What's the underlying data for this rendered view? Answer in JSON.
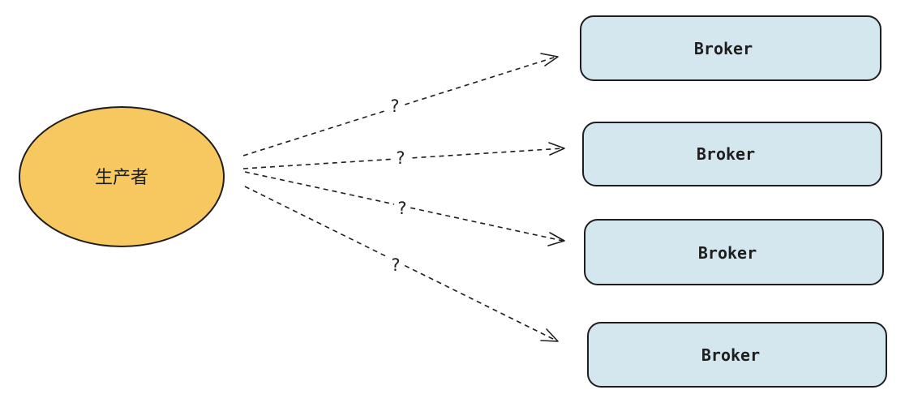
{
  "producer": {
    "label": "生产者",
    "fill": "#f7c85f"
  },
  "brokers": [
    {
      "label": "Broker"
    },
    {
      "label": "Broker"
    },
    {
      "label": "Broker"
    },
    {
      "label": "Broker"
    }
  ],
  "edges": [
    {
      "label": "?"
    },
    {
      "label": "?"
    },
    {
      "label": "?"
    },
    {
      "label": "?"
    }
  ],
  "colors": {
    "broker_fill": "#d4e6ee",
    "stroke": "#1e1e1e"
  }
}
